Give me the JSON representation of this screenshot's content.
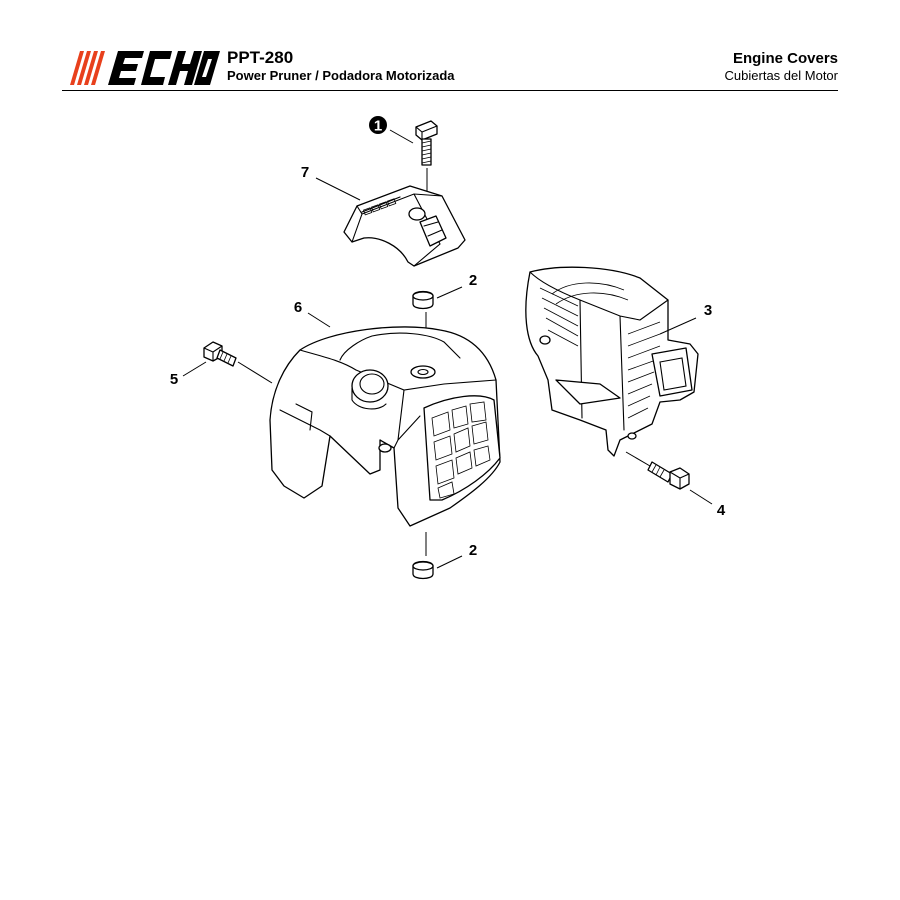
{
  "header": {
    "brand": "ECHO",
    "model": "PPT-280",
    "subtitle": "Power Pruner / Podadora Motorizada",
    "section_en": "Engine Covers",
    "section_es": "Cubiertas del Motor"
  },
  "callouts": [
    "1",
    "2",
    "2",
    "3",
    "4",
    "5",
    "6",
    "7"
  ],
  "colors": {
    "brand": "#e8401c",
    "ink": "#000000"
  }
}
